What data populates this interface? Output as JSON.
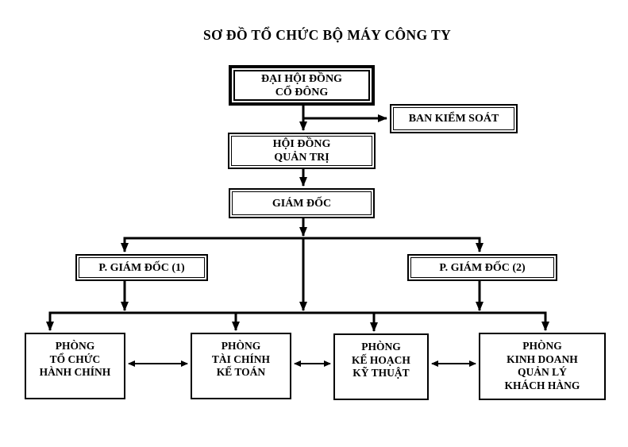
{
  "title": "SƠ ĐỒ TỔ CHỨC BỘ MÁY CÔNG TY",
  "nodes": {
    "shareholders": {
      "label": "ĐẠI HỘI ĐỒNG\nCỔ ĐÔNG"
    },
    "supervisory": {
      "label": "BAN KIỂM SOÁT"
    },
    "board": {
      "label": "HỘI ĐỒNG\nQUẢN TRỊ"
    },
    "director": {
      "label": "GIÁM ĐỐC"
    },
    "deputy1": {
      "label": "P. GIÁM ĐỐC (1)"
    },
    "deputy2": {
      "label": "P. GIÁM ĐỐC (2)"
    },
    "dept_admin": {
      "label": "PHÒNG\nTỔ CHỨC\nHÀNH CHÍNH"
    },
    "dept_finance": {
      "label": "PHÒNG\nTÀI CHÍNH\nKẾ TOÁN"
    },
    "dept_planning": {
      "label": "PHÒNG\nKẾ HOẠCH\nKỸ THUẬT"
    },
    "dept_business": {
      "label": "PHÒNG\nKINH DOANH\nQUẢN LÝ\nKHÁCH HÀNG"
    }
  },
  "colors": {
    "line": "#000000",
    "text": "#000000",
    "background": "#ffffff"
  }
}
